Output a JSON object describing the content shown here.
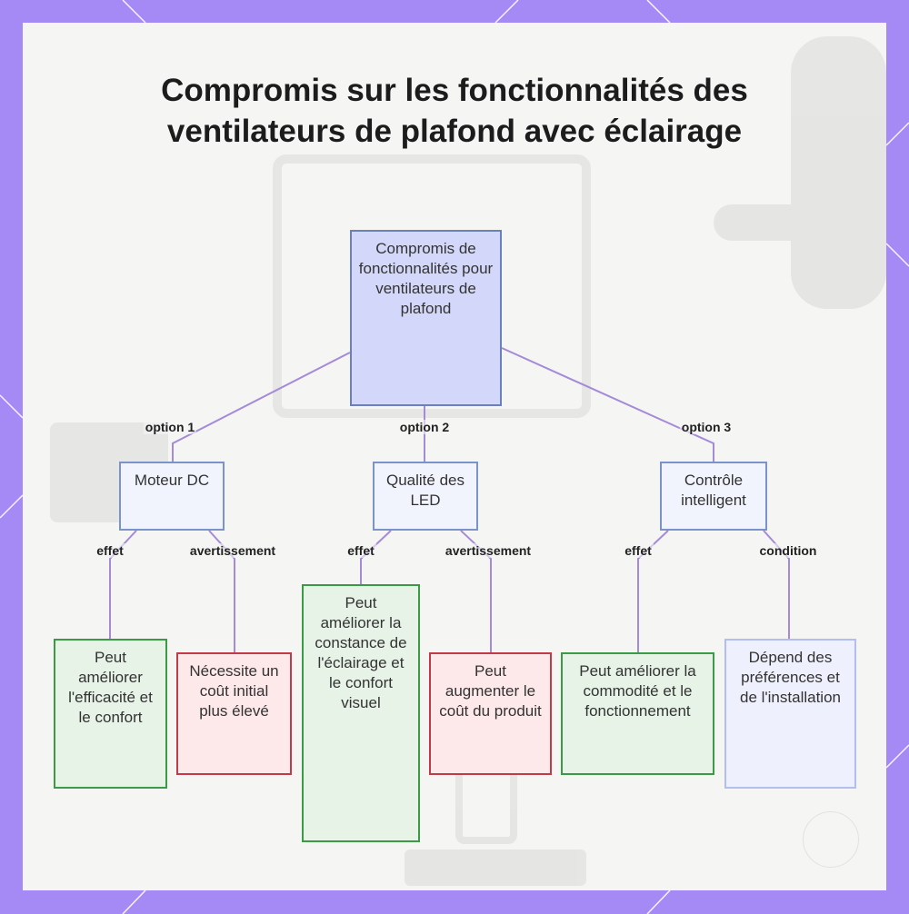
{
  "title": "Compromis sur les fonctionnalités des ventilateurs de plafond avec éclairage",
  "colors": {
    "frame": "#a58af5",
    "edge": "#a58ad8",
    "root_fill": "#d3d8fb",
    "effect_border": "#3a9a46",
    "warning_border": "#c23a48"
  },
  "root": {
    "label": "Compromis de fonctionnalités pour ventilateurs de plafond"
  },
  "options": [
    {
      "edge_label": "option 1",
      "label": "Moteur DC"
    },
    {
      "edge_label": "option 2",
      "label": "Qualité des LED"
    },
    {
      "edge_label": "option 3",
      "label": "Contrôle intelligent"
    }
  ],
  "outcomes": [
    {
      "edge_label": "effet",
      "label": "Peut améliorer l'efficacité et le confort",
      "kind": "effect"
    },
    {
      "edge_label": "avertissement",
      "label": "Nécessite un coût initial plus élevé",
      "kind": "warning"
    },
    {
      "edge_label": "effet",
      "label": "Peut améliorer la constance de l'éclairage et le confort visuel",
      "kind": "effect"
    },
    {
      "edge_label": "avertissement",
      "label": "Peut augmenter le coût du produit",
      "kind": "warning"
    },
    {
      "edge_label": "effet",
      "label": "Peut améliorer la commodité et le fonctionnement",
      "kind": "effect"
    },
    {
      "edge_label": "condition",
      "label": "Dépend des préférences et de l'installation",
      "kind": "condition"
    }
  ]
}
